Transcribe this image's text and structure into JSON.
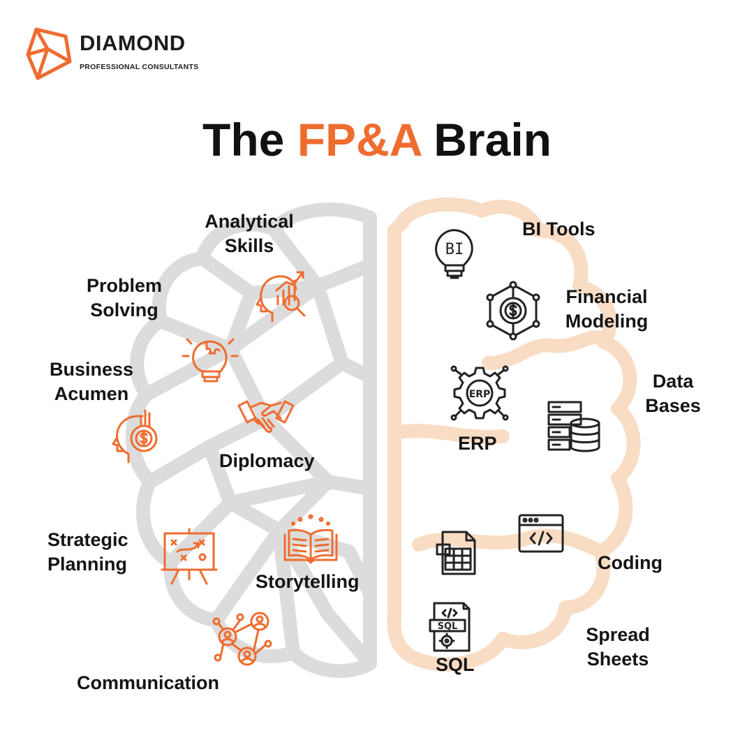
{
  "brand": {
    "name": "DIAMOND",
    "tagline": "PROFESSIONAL CONSULTANTS"
  },
  "title": {
    "prefix": "The ",
    "accent": "FP&A",
    "suffix": " Brain"
  },
  "colors": {
    "accent": "#ef6c2f",
    "text": "#141414",
    "left_brain": "#d9d9d9",
    "right_brain": "#f9dcc4"
  },
  "left_skills": [
    {
      "label": "Analytical Skills",
      "icon": "analytics-head-icon"
    },
    {
      "label": "Problem Solving",
      "icon": "puzzle-bulb-icon"
    },
    {
      "label": "Business Acumen",
      "icon": "money-head-icon"
    },
    {
      "label": "Diplomacy",
      "icon": "handshake-icon"
    },
    {
      "label": "Strategic Planning",
      "icon": "strategy-board-icon"
    },
    {
      "label": "Storytelling",
      "icon": "open-book-icon"
    },
    {
      "label": "Communication",
      "icon": "network-people-icon"
    }
  ],
  "right_skills": [
    {
      "label": "BI Tools",
      "icon": "bi-bulb-icon"
    },
    {
      "label": "Financial Modeling",
      "icon": "finance-network-icon"
    },
    {
      "label": "Data Bases",
      "icon": "database-server-icon"
    },
    {
      "label": "ERP",
      "icon": "erp-gear-icon"
    },
    {
      "label": "Coding",
      "icon": "code-window-icon"
    },
    {
      "label": "Spread Sheets",
      "icon": "spreadsheet-icon"
    },
    {
      "label": "SQL",
      "icon": "sql-file-icon"
    }
  ]
}
